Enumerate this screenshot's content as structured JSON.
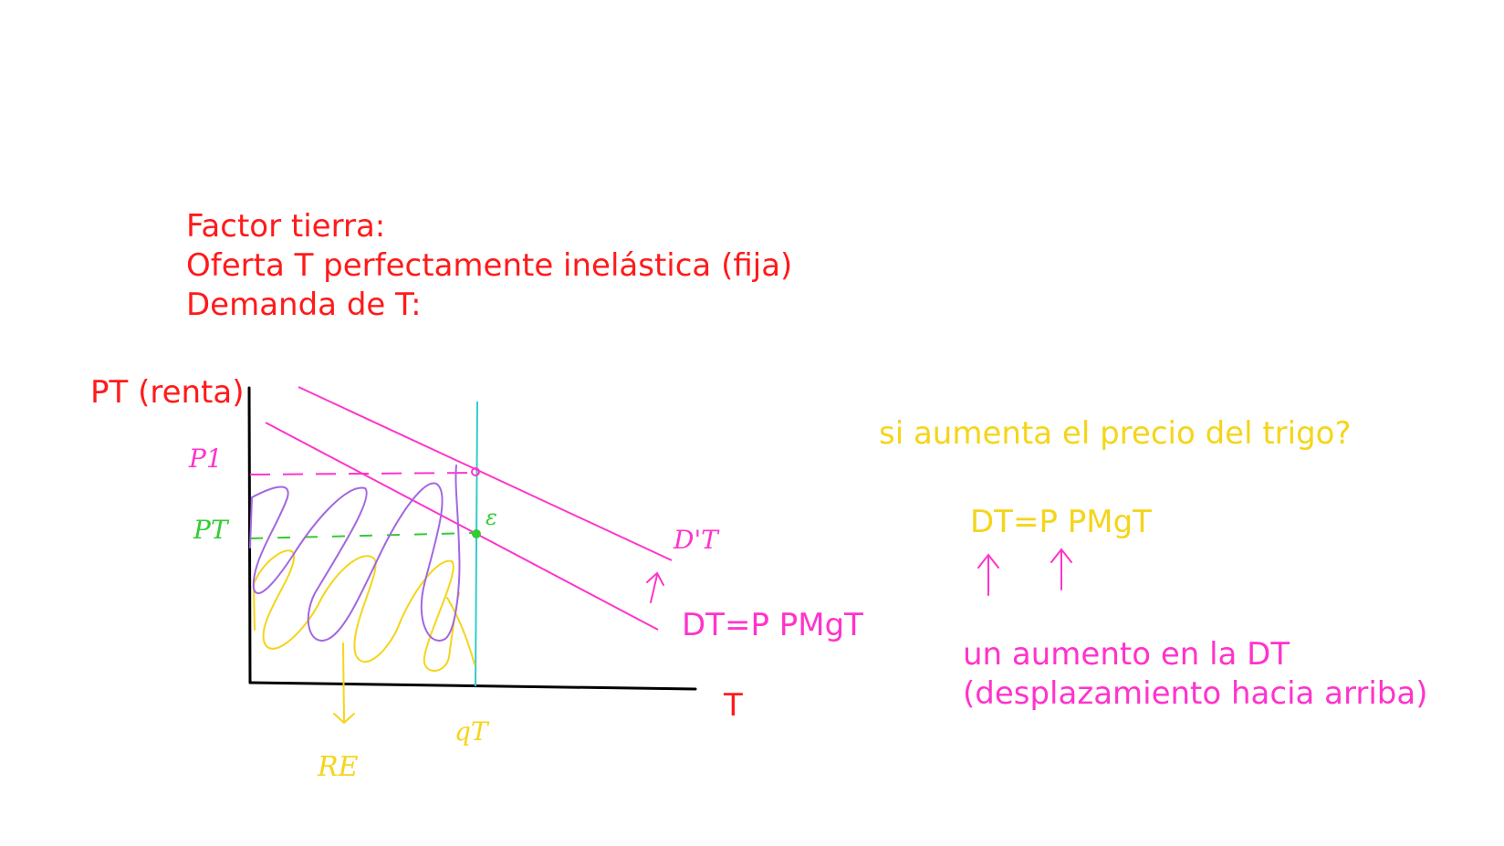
{
  "title_lines": [
    "Factor tierra:",
    "Oferta T perfectamente inelástica (fija)",
    "Demanda de T:"
  ],
  "axes": {
    "y_label": "PT (renta)",
    "x_label": "T"
  },
  "curves": {
    "demand_label": "DT=P PMgT",
    "shifted_demand_label": "D'T"
  },
  "handwritten": {
    "price_new": "P1",
    "price_initial": "PT",
    "equilibrium": "ε",
    "quantity": "qT",
    "rent": "RE"
  },
  "side_notes": {
    "question": "si aumenta el precio del trigo?",
    "formula": "DT=P PMgT",
    "conclusion_lines": [
      "un aumento en la DT",
      "(desplazamiento hacia arriba)"
    ]
  },
  "colors": {
    "title": "#ff1a1a",
    "demand": "#ff33cc",
    "supply": "#33cccc",
    "initial_price": "#33cc33",
    "rent_hatch_yellow": "#f5d51a",
    "rent_hatch_purple": "#a466e0",
    "side_question": "#f5d51a",
    "side_conclusion": "#ff33cc"
  }
}
